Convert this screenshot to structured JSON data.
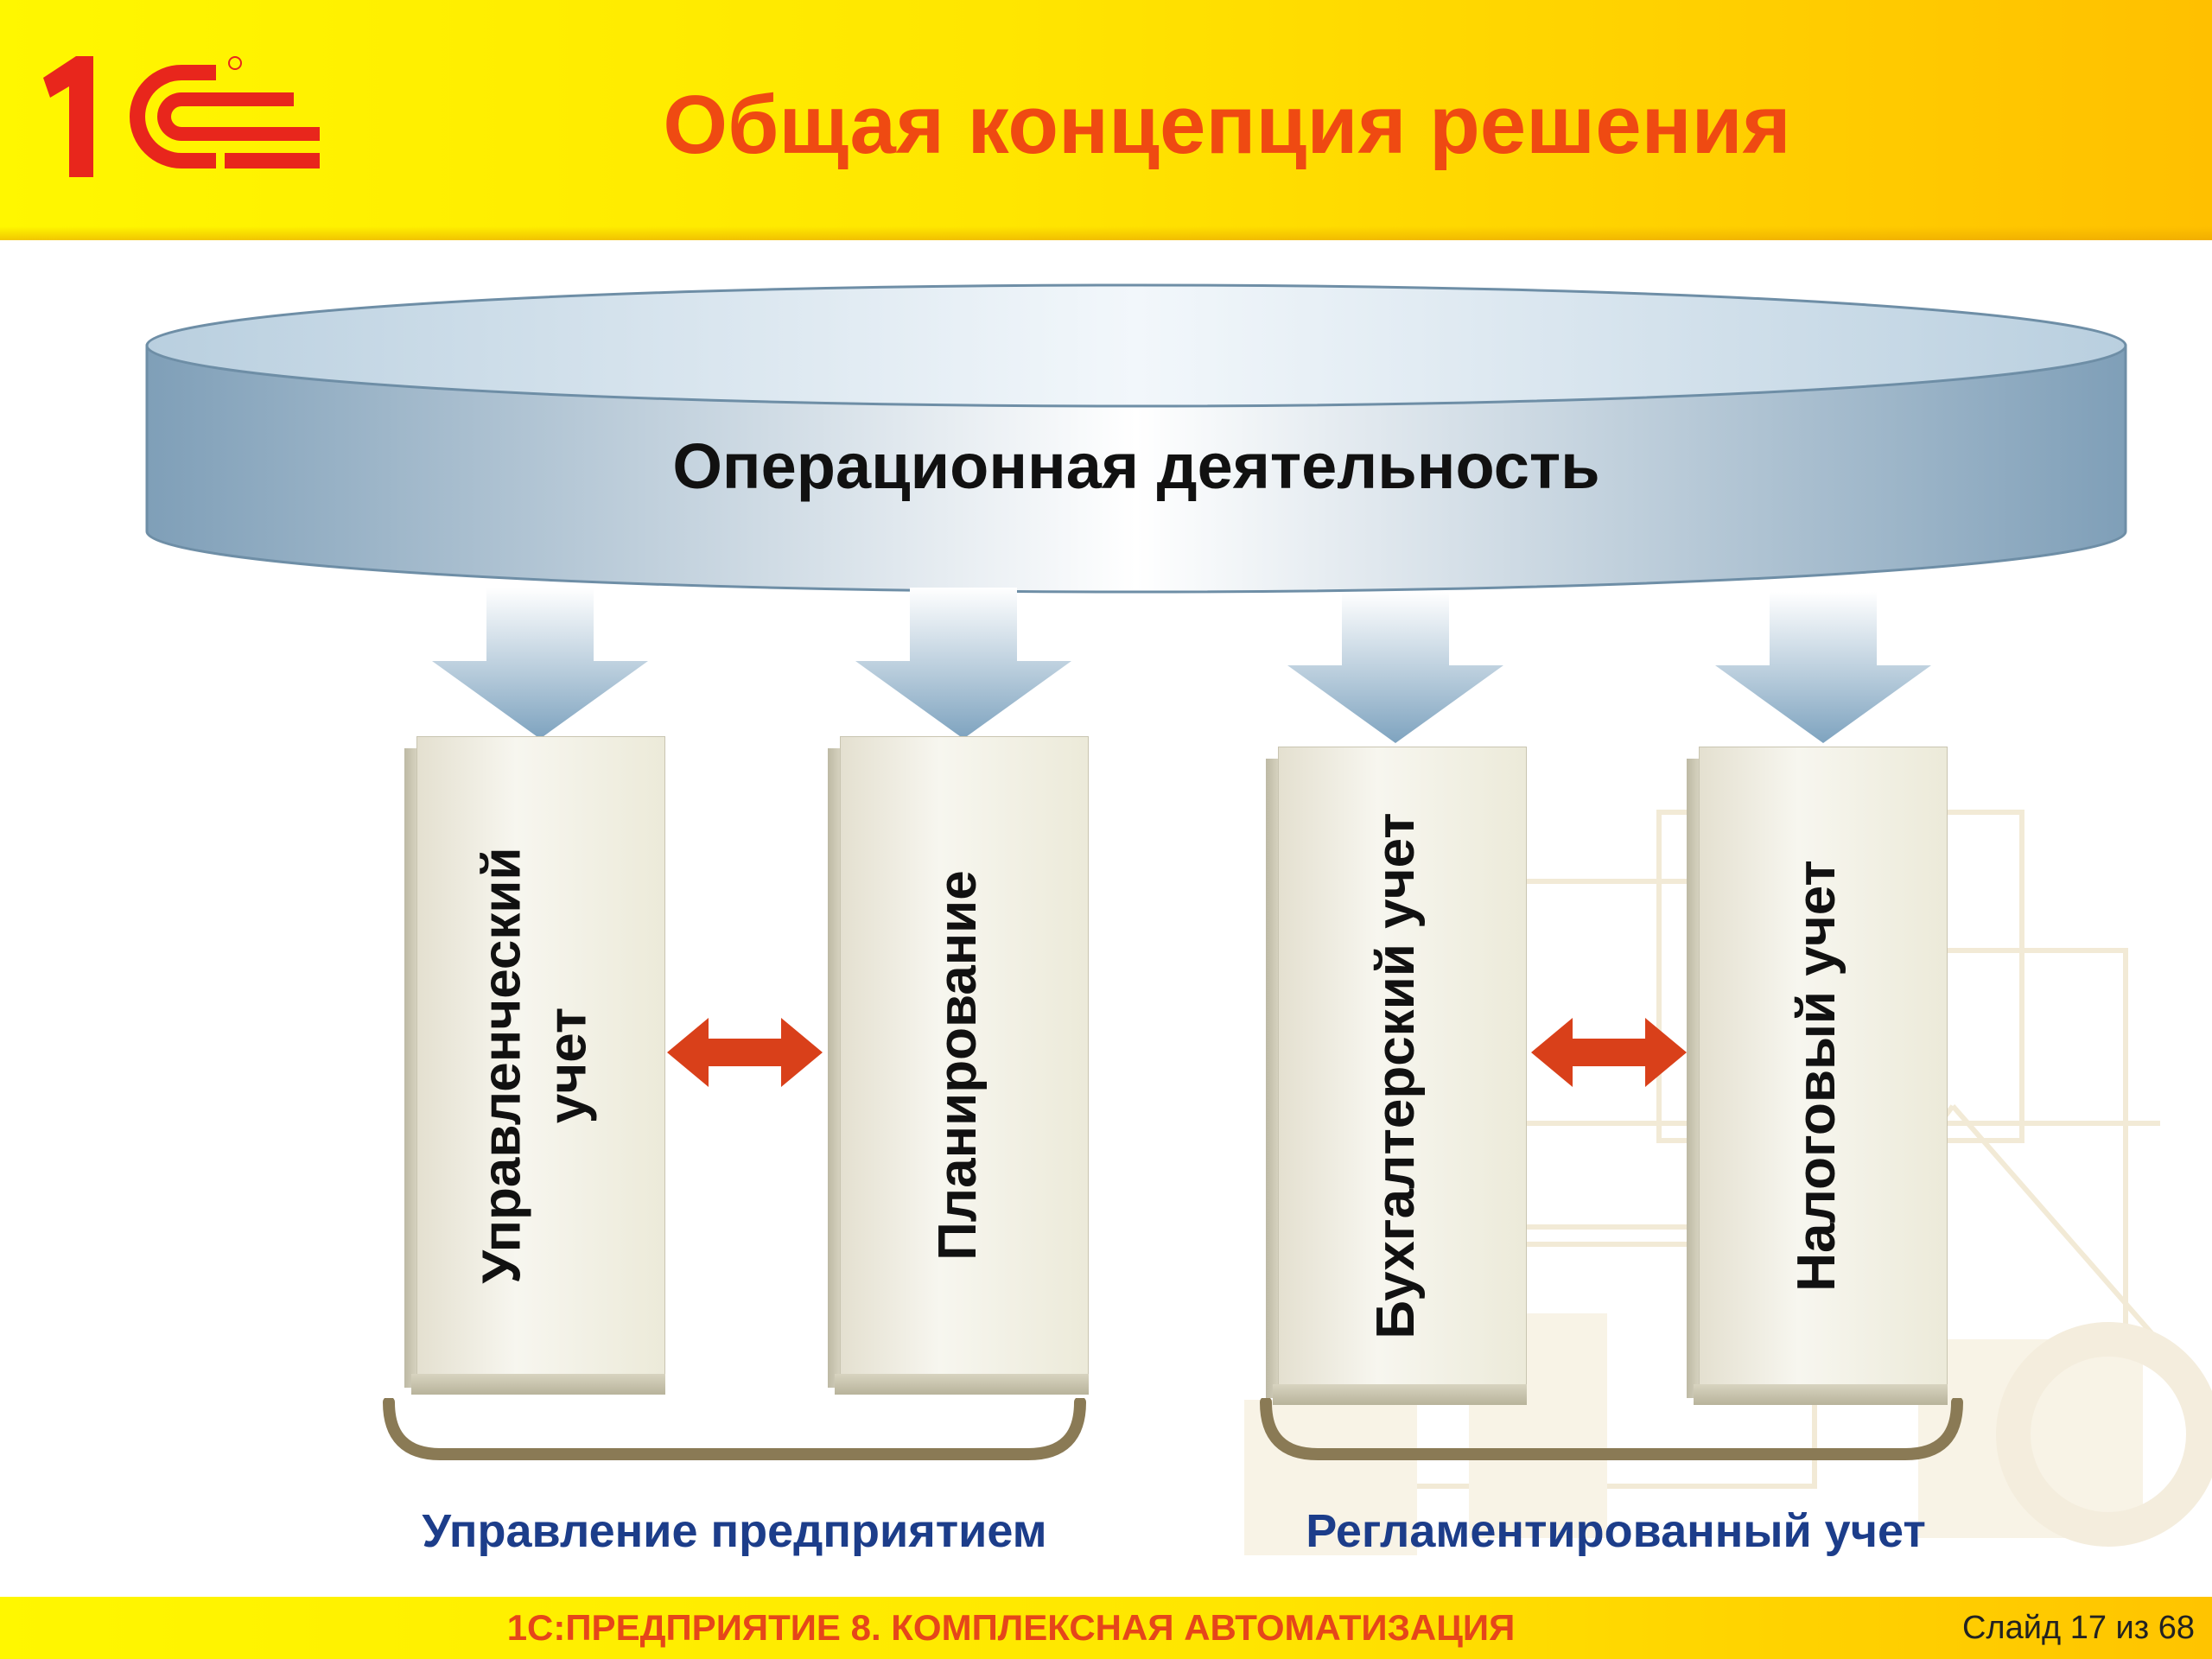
{
  "header": {
    "title": "Общая концепция решения",
    "logo_text": "1С"
  },
  "diagram": {
    "top": "Операционная деятельность",
    "blocks": [
      {
        "lines": [
          "Управленческий",
          "учет"
        ]
      },
      {
        "lines": [
          "Планирование"
        ]
      },
      {
        "lines": [
          "Бухгалтерский учет"
        ]
      },
      {
        "lines": [
          "Налоговый учет"
        ]
      }
    ],
    "groups": [
      {
        "label": "Управление предприятием"
      },
      {
        "label": "Регламентированный учет"
      }
    ]
  },
  "footer": {
    "title": "1С:ПРЕДПРИЯТИЕ 8. КОМПЛЕКСНАЯ АВТОМАТИЗАЦИЯ",
    "slide": "Слайд 17 из 68"
  },
  "colors": {
    "title": "#ef4a12",
    "group_label": "#1c3d8a",
    "double_arrow": "#d9401a",
    "bracket": "#8a7a55",
    "disc": "#a9c3d6"
  }
}
